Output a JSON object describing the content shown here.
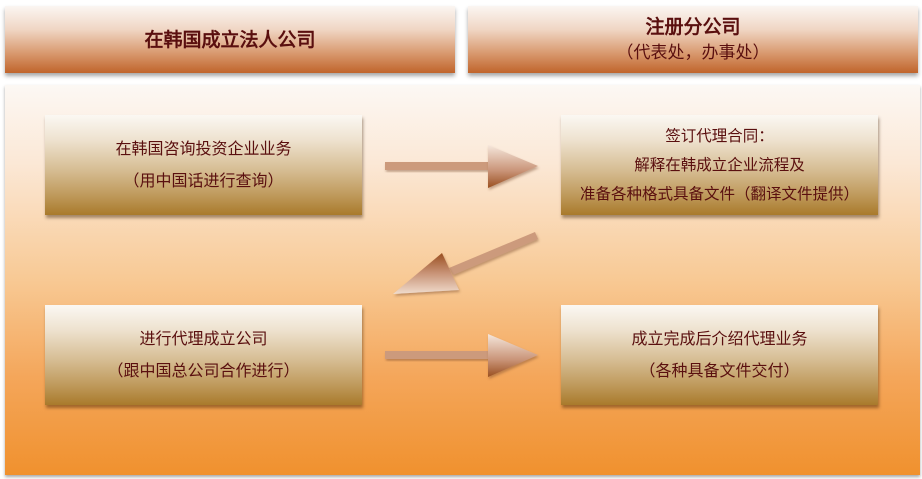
{
  "header": {
    "left": {
      "title": "在韩国成立法人公司"
    },
    "right": {
      "title": "注册分公司",
      "subtitle": "（代表处，办事处）"
    }
  },
  "steps": [
    {
      "id": 1,
      "lines": [
        "在韩国咨询投资企业业务",
        "（用中国话进行查询）"
      ]
    },
    {
      "id": 2,
      "lines": [
        "签订代理合同：",
        "解释在韩成立企业流程及",
        "准备各种格式具备文件（翻译文件提供）"
      ]
    },
    {
      "id": 3,
      "lines": [
        "进行代理成立公司",
        "（跟中国总公司合作进行）"
      ]
    },
    {
      "id": 4,
      "lines": [
        "成立完成后介绍代理业务",
        "（各种具备文件交付）"
      ]
    }
  ],
  "arrows": [
    {
      "from": 1,
      "to": 2,
      "direction": "right"
    },
    {
      "from": 2,
      "to": 3,
      "direction": "down-left"
    },
    {
      "from": 3,
      "to": 4,
      "direction": "right"
    }
  ],
  "colors": {
    "text": "#5a0f0f",
    "header_bottom": "#c0642b",
    "panel_bottom": "#f0912e",
    "box_bottom": "#a97a2b",
    "arrow": "#c98a62"
  }
}
